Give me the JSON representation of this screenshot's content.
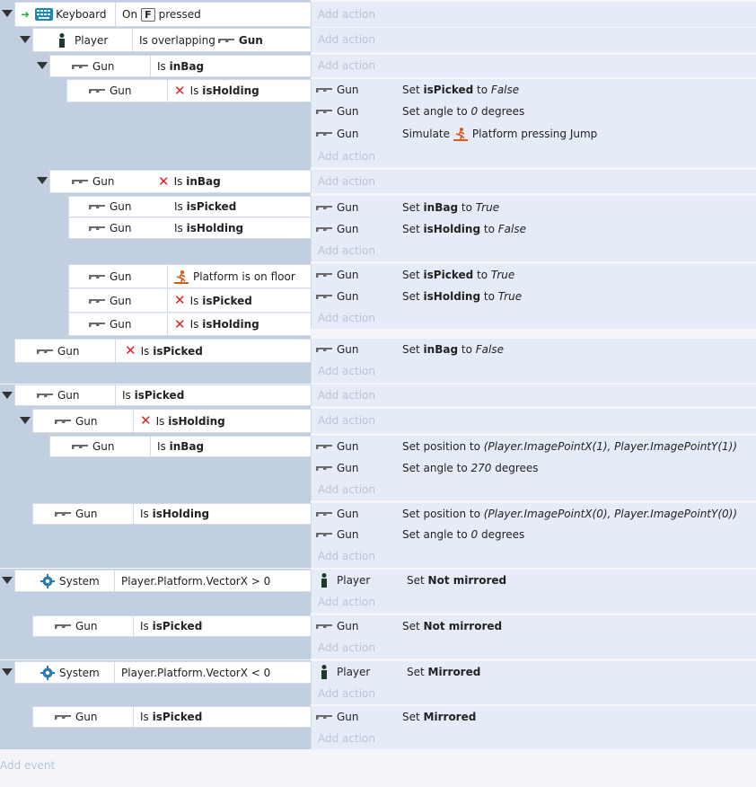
{
  "add_action_label": "Add action",
  "add_event_label": "Add event",
  "icons": {
    "gun": "gun-icon",
    "player": "player-icon",
    "system": "gear-icon",
    "keyboard": "keyboard-icon",
    "platform": "platform-icon",
    "inverted": "x-icon",
    "arrow": "trigger-arrow-icon"
  },
  "events": {
    "e1": {
      "obj": "Keyboard",
      "on": "On",
      "key": "F",
      "pressed": "pressed"
    },
    "e2": {
      "obj": "Player",
      "text": "Is overlapping",
      "target": "Gun"
    },
    "e3": {
      "obj": "Gun",
      "is": "Is",
      "var": "inBag"
    },
    "e4": {
      "cond": {
        "obj": "Gun",
        "is": "Is",
        "var": "isHolding"
      },
      "a1": {
        "obj": "Gun",
        "pre": "Set",
        "var": "isPicked",
        "mid": "to",
        "val": "False"
      },
      "a2": {
        "obj": "Gun",
        "pre": "Set angle to",
        "val": "0",
        "post": "degrees"
      },
      "a3": {
        "obj": "Gun",
        "pre": "Simulate",
        "post": "Platform pressing Jump"
      }
    },
    "e5": {
      "obj": "Gun",
      "is": "Is",
      "var": "inBag"
    },
    "e6": {
      "c1": {
        "obj": "Gun",
        "is": "Is",
        "var": "isPicked"
      },
      "c2": {
        "obj": "Gun",
        "is": "Is",
        "var": "isHolding"
      },
      "a1": {
        "obj": "Gun",
        "pre": "Set",
        "var": "inBag",
        "mid": "to",
        "val": "True"
      },
      "a2": {
        "obj": "Gun",
        "pre": "Set",
        "var": "isHolding",
        "mid": "to",
        "val": "False"
      }
    },
    "e7": {
      "c1": {
        "obj": "Gun",
        "text": "Platform is on floor"
      },
      "c2": {
        "obj": "Gun",
        "is": "Is",
        "var": "isPicked"
      },
      "c3": {
        "obj": "Gun",
        "is": "Is",
        "var": "isHolding"
      },
      "a1": {
        "obj": "Gun",
        "pre": "Set",
        "var": "isPicked",
        "mid": "to",
        "val": "True"
      },
      "a2": {
        "obj": "Gun",
        "pre": "Set",
        "var": "isHolding",
        "mid": "to",
        "val": "True"
      }
    },
    "e8": {
      "cond": {
        "obj": "Gun",
        "is": "Is",
        "var": "isPicked"
      },
      "a1": {
        "obj": "Gun",
        "pre": "Set",
        "var": "inBag",
        "mid": "to",
        "val": "False"
      }
    },
    "e9": {
      "obj": "Gun",
      "is": "Is",
      "var": "isPicked"
    },
    "e10": {
      "obj": "Gun",
      "is": "Is",
      "var": "isHolding"
    },
    "e11": {
      "cond": {
        "obj": "Gun",
        "is": "Is",
        "var": "inBag"
      },
      "a1": {
        "obj": "Gun",
        "pre": "Set position to",
        "val": "(Player.ImagePointX(1), Player.ImagePointY(1))"
      },
      "a2": {
        "obj": "Gun",
        "pre": "Set angle to",
        "val": "270",
        "post": "degrees"
      }
    },
    "e12": {
      "cond": {
        "obj": "Gun",
        "is": "Is",
        "var": "isHolding"
      },
      "a1": {
        "obj": "Gun",
        "pre": "Set position to",
        "val": "(Player.ImagePointX(0), Player.ImagePointY(0))"
      },
      "a2": {
        "obj": "Gun",
        "pre": "Set angle to",
        "val": "0",
        "post": "degrees"
      }
    },
    "e13": {
      "cond": {
        "obj": "System",
        "text": "Player.Platform.VectorX > 0"
      },
      "a1": {
        "obj": "Player",
        "pre": "Set",
        "var": "Not mirrored"
      }
    },
    "e14": {
      "cond": {
        "obj": "Gun",
        "is": "Is",
        "var": "isPicked"
      },
      "a1": {
        "obj": "Gun",
        "pre": "Set",
        "var": "Not mirrored"
      }
    },
    "e15": {
      "cond": {
        "obj": "System",
        "text": "Player.Platform.VectorX < 0"
      },
      "a1": {
        "obj": "Player",
        "pre": "Set",
        "var": "Mirrored"
      }
    },
    "e16": {
      "cond": {
        "obj": "Gun",
        "is": "Is",
        "var": "isPicked"
      },
      "a1": {
        "obj": "Gun",
        "pre": "Set",
        "var": "Mirrored"
      }
    }
  }
}
